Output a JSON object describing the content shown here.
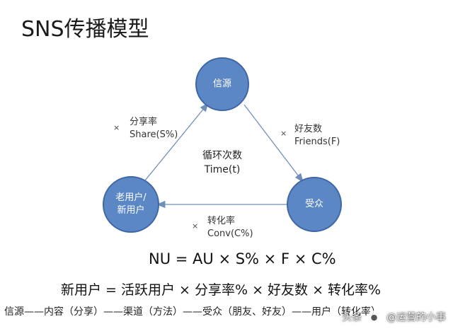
{
  "title": "SNS传播模型",
  "nodes": {
    "source": "信源",
    "old_user_line1": "老用户/",
    "old_user_line2": "新用户",
    "receiver": "受众"
  },
  "edges": {
    "share_rate": {
      "mult": "×",
      "label_cn": "分享率",
      "label_en": "Share(S%)"
    },
    "friends": {
      "mult": "×",
      "label_cn": "好友数",
      "label_en": "Friends(F)"
    },
    "conversion": {
      "mult": "×",
      "label_cn": "转化率",
      "label_en": "Conv(C%)"
    }
  },
  "center": {
    "label_cn": "循环次数",
    "label_en": "Time(t)"
  },
  "formula_en": "NU = AU × S% × F × C%",
  "formula_cn": "新用户 = 活跃用户 × 分享率% × 好友数 × 转化率%",
  "chain": "信源——内容（分享）——渠道（方法）——受众（朋友、好友）——用户（转化率）",
  "watermark": {
    "prefix": "头条",
    "handle": "@运营的小事"
  },
  "colors": {
    "node_fill": "#5b87c5",
    "node_border": "#3f67a6",
    "edge": "#6f8fb8"
  }
}
